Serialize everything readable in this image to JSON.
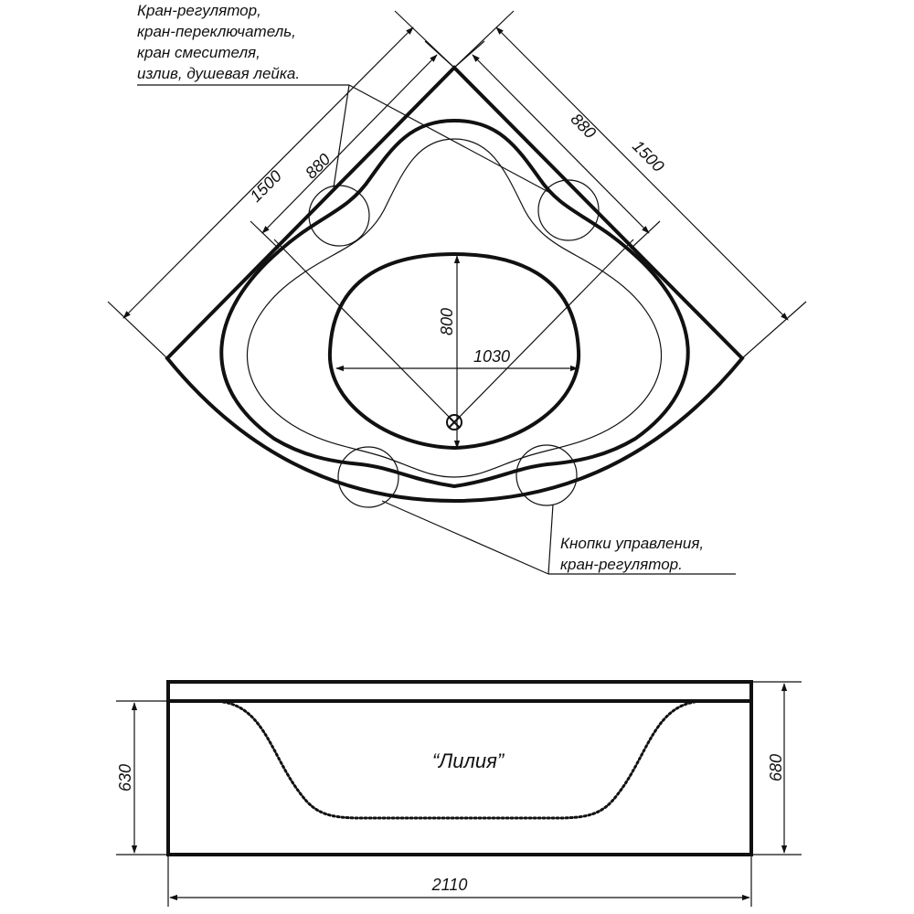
{
  "top_view": {
    "label_top_lines": [
      "Кран-регулятор,",
      "кран-переключатель,",
      "кран смесителя,",
      "излив, душевая лейка."
    ],
    "label_bottom_lines": [
      "Кнопки управления,",
      "кран-регулятор."
    ],
    "dim_left_outer": "1500",
    "dim_left_inner": "880",
    "dim_right_inner": "880",
    "dim_right_outer": "1500",
    "dim_bowl_height": "800",
    "dim_bowl_width": "1030"
  },
  "front_view": {
    "model_name": "“Лилия”",
    "dim_inner_height": "630",
    "dim_total_height": "680",
    "dim_width": "2110"
  },
  "colors": {
    "ink": "#111111",
    "background": "#ffffff"
  }
}
